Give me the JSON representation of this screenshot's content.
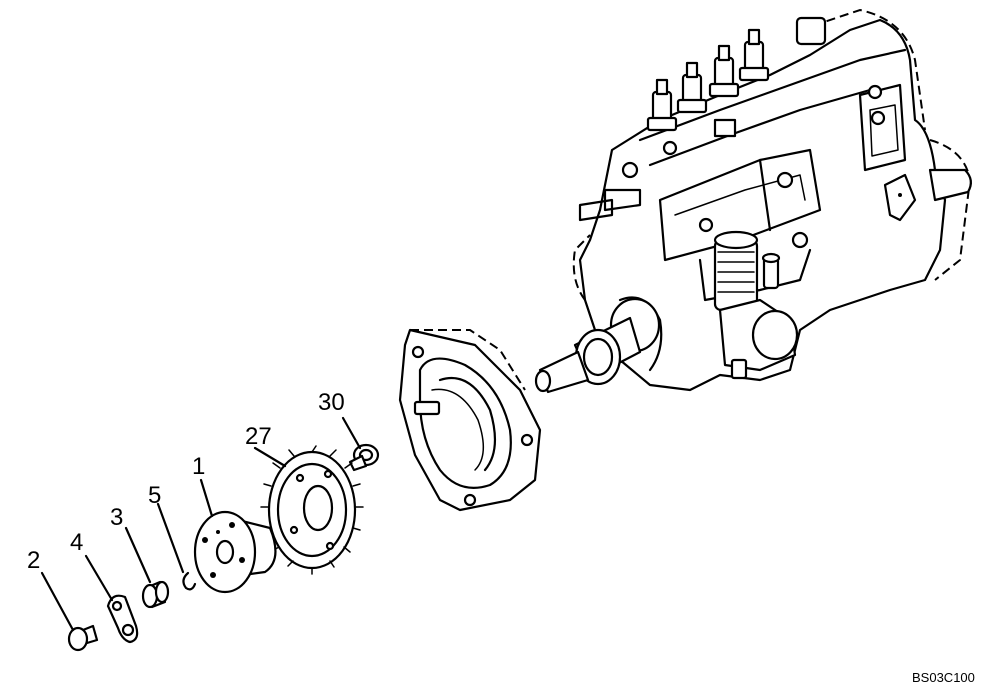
{
  "callouts": {
    "p2": "2",
    "p4": "4",
    "p3": "3",
    "p5": "5",
    "p1": "1",
    "p27": "27",
    "p30": "30"
  },
  "drawing_id": "BS03C100"
}
